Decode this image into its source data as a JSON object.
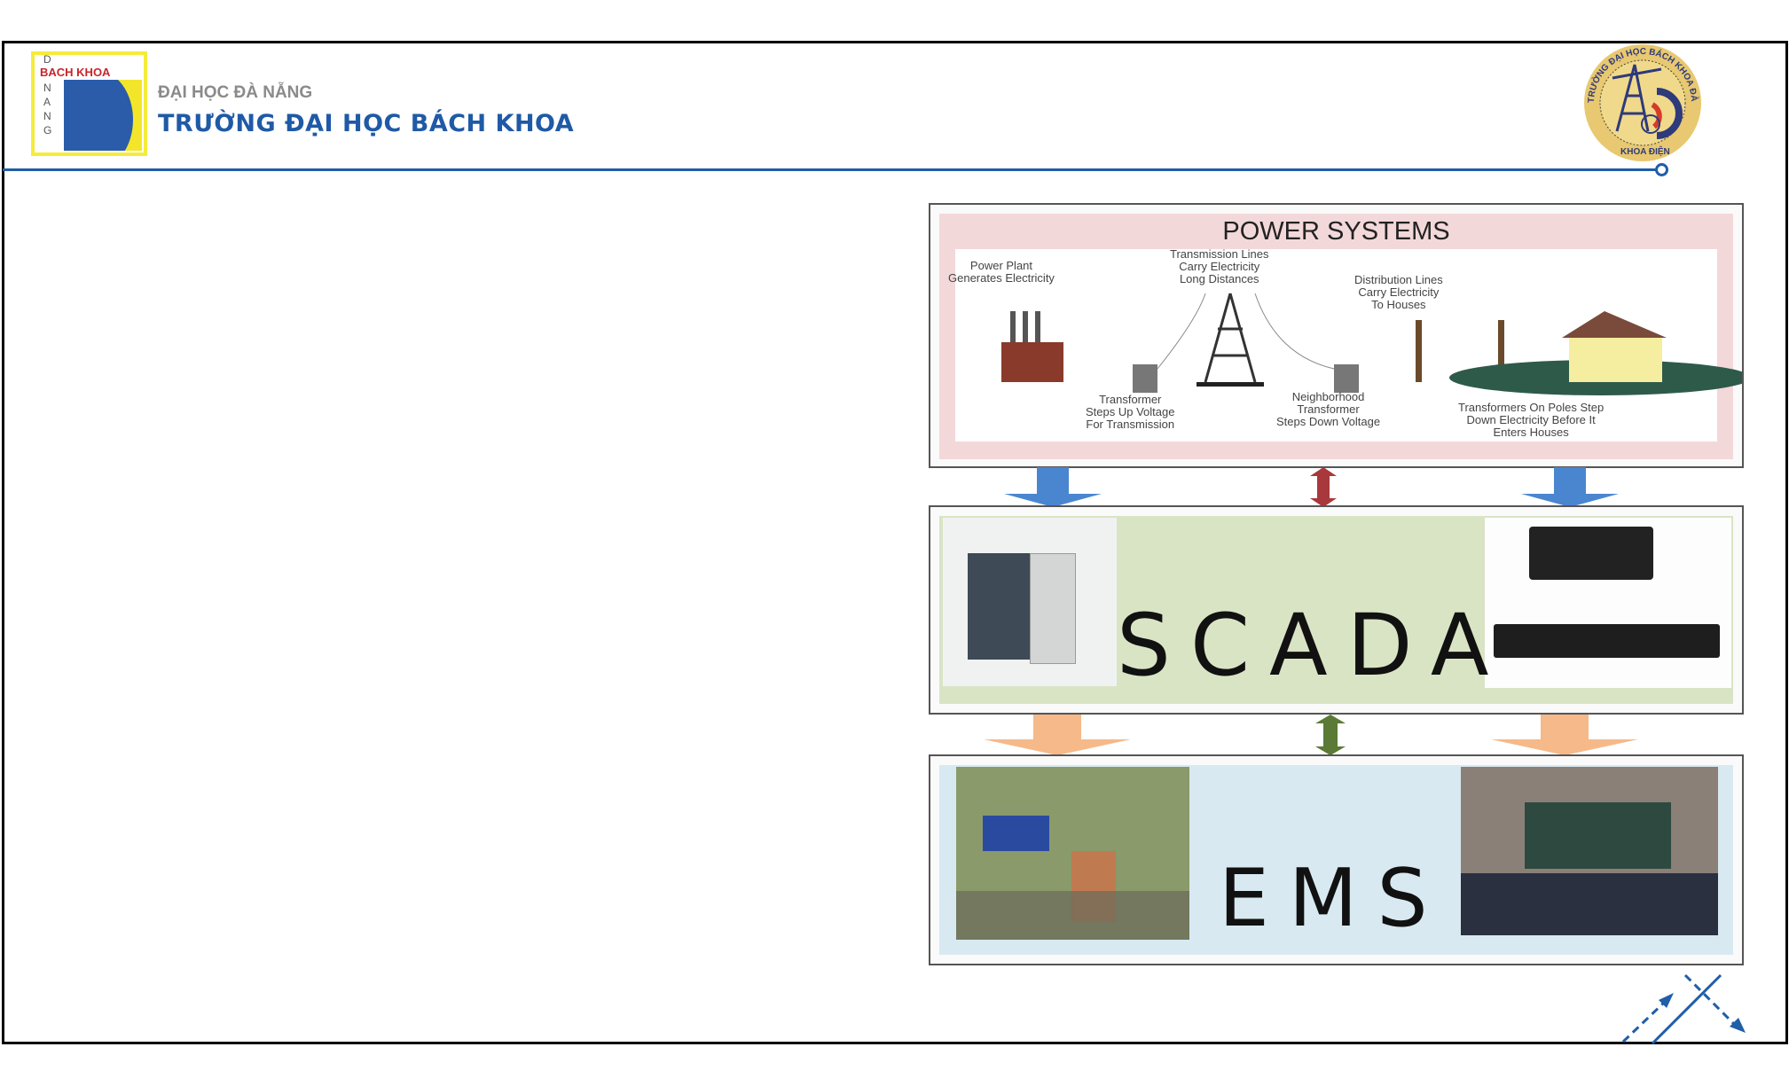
{
  "header": {
    "logo_text": "BACH KHOA",
    "logo_vertical": [
      "D",
      "N",
      "A",
      "N",
      "G"
    ],
    "university": "ĐẠI HỌC ĐÀ NẴNG",
    "school": "TRƯỜNG ĐẠI HỌC BÁCH KHOA",
    "seal_text": "TRƯỜNG ĐẠI HỌC BÁCH KHOA ĐÀ NẴNG · KHOA ĐIỆN ·"
  },
  "diagram": {
    "power": {
      "title": "POWER SYSTEMS",
      "labels": {
        "plant": "Power Plant\nGenerates Electricity",
        "transmission": "Transmission Lines\nCarry Electricity\nLong Distances",
        "distribution": "Distribution Lines\nCarry Electricity\nTo Houses",
        "step_up": "Transformer\nSteps Up Voltage\nFor Transmission",
        "neighborhood": "Neighborhood\nTransformer\nSteps Down Voltage",
        "poles": "Transformers On Poles Step\nDown Electricity Before It\nEnters Houses"
      }
    },
    "scada": {
      "title": "SCADA"
    },
    "ems": {
      "title": "EMS"
    },
    "colors": {
      "blue_arrow": "#4a86d0",
      "red_arrow": "#a8383c",
      "orange_arrow": "#f5b98a",
      "green_arrow": "#5a7a35"
    }
  }
}
